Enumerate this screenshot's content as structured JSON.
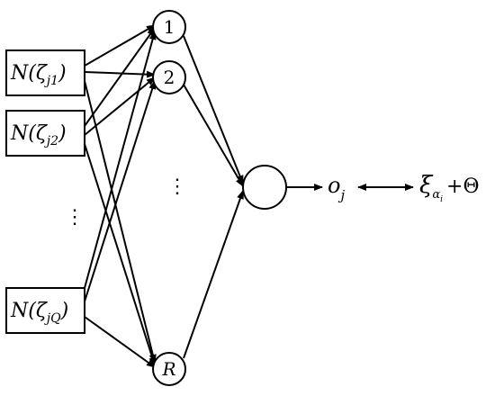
{
  "inputs": [
    {
      "prefix": "N(",
      "symbol": "ζ",
      "subscript": "j1",
      "suffix": ")"
    },
    {
      "prefix": "N(",
      "symbol": "ζ",
      "subscript": "j2",
      "suffix": ")"
    },
    {
      "prefix": "N(",
      "symbol": "ζ",
      "subscript": "jQ",
      "suffix": ")"
    }
  ],
  "input_ellipsis": "⋮",
  "hidden_nodes": [
    "1",
    "2",
    "R"
  ],
  "hidden_ellipsis": "⋮",
  "output": {
    "symbol": "o",
    "subscript": "j"
  },
  "target": {
    "symbol": "ξ",
    "subscript": "α",
    "sub_subscript": "i",
    "plus": "+",
    "theta": "Θ"
  },
  "colors": {
    "stroke": "#000000",
    "background": "#ffffff"
  }
}
